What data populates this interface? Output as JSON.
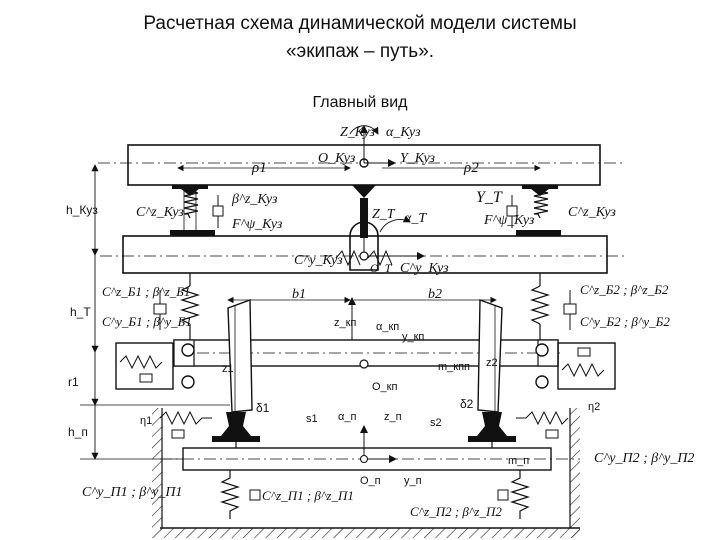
{
  "title_line1": "Расчетная схема динамической модели системы",
  "title_line2": "«экипаж – путь».",
  "view_label": "Главный вид",
  "labels": {
    "Z_Kuz": "Z_Куз",
    "alpha_Kuz": "α_Куз",
    "O_Kuz": "O_Куз",
    "Y_Kuz": "Y_Куз",
    "rho1": "ρ1",
    "rho2": "ρ2",
    "h_Kuz": "h_Куз",
    "h_T": "h_T",
    "r1": "r1",
    "h_p": "h_п",
    "C_Kuz_z_left": "C^z_Куз",
    "beta_Kuz_z": "β^z_Куз",
    "F_Kuz_psi_left": "F^ψ_Куз",
    "Z_T": "Z_T",
    "alpha_T": "α_T",
    "Y_T": "Y_T",
    "F_Kuz_psi_right": "F^ψ_Куз",
    "C_Kuz_z_right": "C^z_Куз",
    "C_Kuz_y_left": "C^y_Куз",
    "O_T": "O_T",
    "C_Kuz_y_right": "C^y_Куз",
    "C_B1_z": "C^z_Б1 ; β^z_Б1",
    "C_B1_y": "C^y_Б1 ; β^y_Б1",
    "C_B2_z": "C^z_Б2 ; β^z_Б2",
    "C_B2_y": "C^y_Б2 ; β^y_Б2",
    "b1": "b1",
    "b2": "b2",
    "z_kp": "z_кп",
    "alpha_kp": "α_кп",
    "y_kp": "y_кп",
    "m_kp": "m_кпп",
    "z1": "z1",
    "z2": "z2",
    "O_kp": "O_кп",
    "delta1": "δ1",
    "delta2": "δ2",
    "s1": "s1",
    "s2": "s2",
    "alpha_p": "α_п",
    "z_p": "z_п",
    "eta1": "η1",
    "eta2": "η2",
    "m_p": "m_п",
    "O_p": "O_п",
    "y_p": "y_п",
    "C_P1_y": "C^y_П1 ; β^y_П1",
    "C_P2_y": "C^y_П2 ; β^y_П2",
    "C_P1_z": "C^z_П1 ; β^z_П1",
    "C_P2_z": "C^z_П2 ; β^z_П2"
  }
}
